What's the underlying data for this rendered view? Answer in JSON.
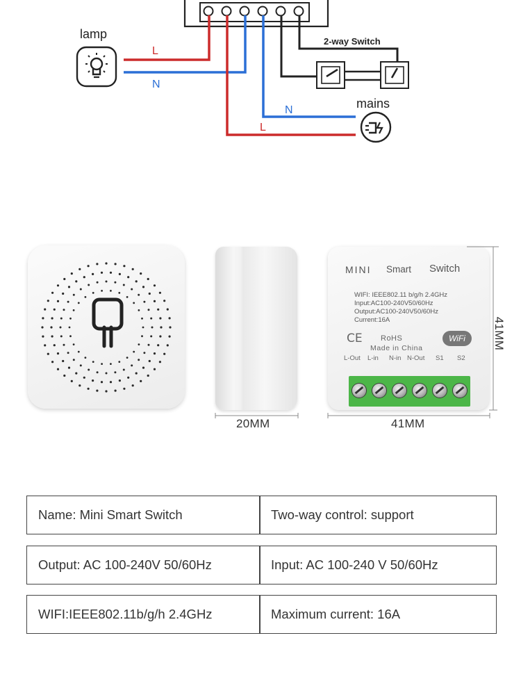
{
  "wiring": {
    "lamp_label": "lamp",
    "mains_label": "mains",
    "switch_label": "2-way Switch",
    "lamp_L": "L",
    "lamp_N": "N",
    "mains_N": "N",
    "mains_L": "L",
    "icons": [
      "lightbulb-icon",
      "plug-icon"
    ],
    "colors": {
      "live": "#cc2b2b",
      "neutral": "#2b6fd6",
      "switch": "#222222"
    }
  },
  "device": {
    "label_mini": "MINI",
    "label_smart": "Smart",
    "label_switch": "Switch",
    "spec_lines": [
      "WIFI: IEEE802.11 b/g/h 2.4GHz",
      "Input:AC100-240V50/60Hz",
      "Output:AC100-240V50/60Hz",
      "Current:16A"
    ],
    "ce": "CE",
    "rohs": "RoHS",
    "made_in": "Made in China",
    "wifi_badge": "WiFi",
    "terminals": [
      "L-Out",
      "L-in",
      "N-in",
      "N-Out",
      "S1",
      "S2"
    ],
    "terminal_color": "#4cb648"
  },
  "dimensions": {
    "depth": "20MM",
    "width": "41MM",
    "height": "41MM"
  },
  "spec_table": {
    "rows": [
      [
        "Name: Mini Smart Switch",
        "Two-way control: support"
      ],
      [
        "Output: AC 100-240V 50/60Hz",
        "Input: AC 100-240 V 50/60Hz"
      ],
      [
        "WIFI:IEEE802.11b/g/h 2.4GHz",
        "Maximum current: 16A"
      ]
    ]
  }
}
